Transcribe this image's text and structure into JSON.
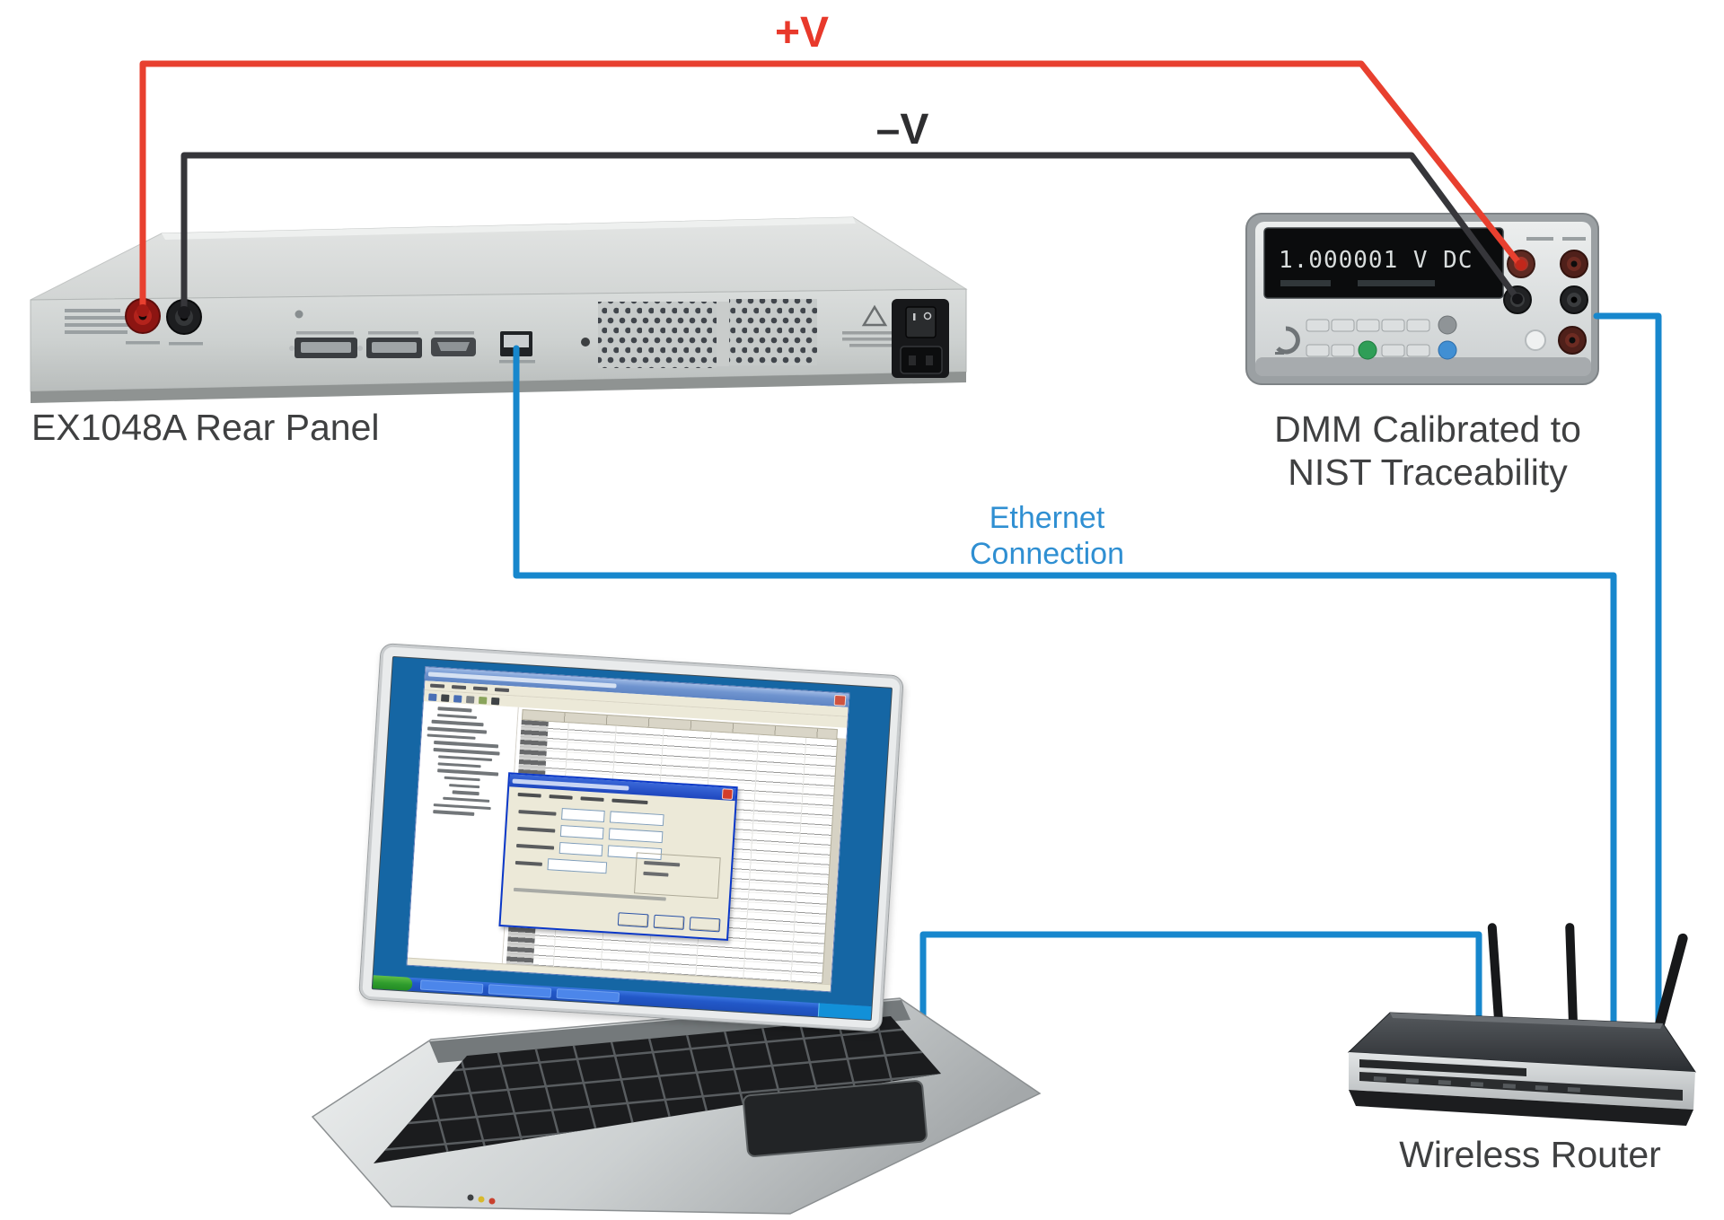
{
  "labels": {
    "positive_wire": "+V",
    "negative_wire": "–V",
    "rack_caption": "EX1048A Rear Panel",
    "dmm_caption_line1": "DMM Calibrated to",
    "dmm_caption_line2": "NIST Traceability",
    "ethernet_caption_line1": "Ethernet",
    "ethernet_caption_line2": "Connection",
    "router_caption": "Wireless Router"
  },
  "dmm": {
    "display_reading": "1.000001 V DC"
  },
  "colors": {
    "positive_wire": "#e8402f",
    "negative_wire": "#36363a",
    "ethernet_cable_blue": "#1787cd",
    "ethernet_label_blue": "#2f8fd2",
    "caption_gray": "#3f4041"
  }
}
